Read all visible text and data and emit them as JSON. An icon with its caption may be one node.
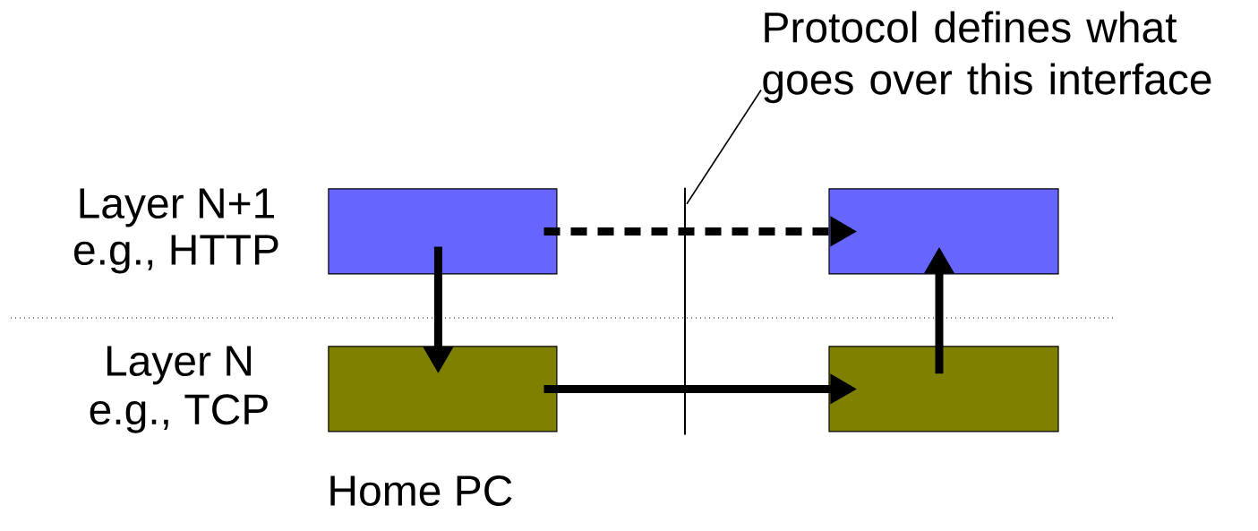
{
  "diagram": {
    "nodes": [
      {
        "text": [],
        "shape": "box"
      },
      {
        "text": [],
        "shape": "box"
      },
      {
        "text": [],
        "shape": "box"
      },
      {
        "text": [],
        "shape": "box"
      },
      {
        "text": [
          "Protocol defines what goes over this interface"
        ]
      },
      {
        "text": [],
        "shape": "line"
      }
    ],
    "edges": [
      {
        "from": 0,
        "to": 2,
        "arrow": "to"
      },
      {
        "from": 2,
        "to": 3,
        "arrow": "to"
      },
      {
        "from": 3,
        "to": 1,
        "arrow": "to"
      },
      {
        "from": 0,
        "to": 1,
        "arrow": "to",
        "style": "dashed"
      },
      {
        "from": 4,
        "to": 5,
        "arrow": "none"
      }
    ],
    "labels": [
      "Layer N+1",
      "e.g., HTTP",
      "Layer N",
      "e.g., TCP",
      "Home PC"
    ]
  }
}
